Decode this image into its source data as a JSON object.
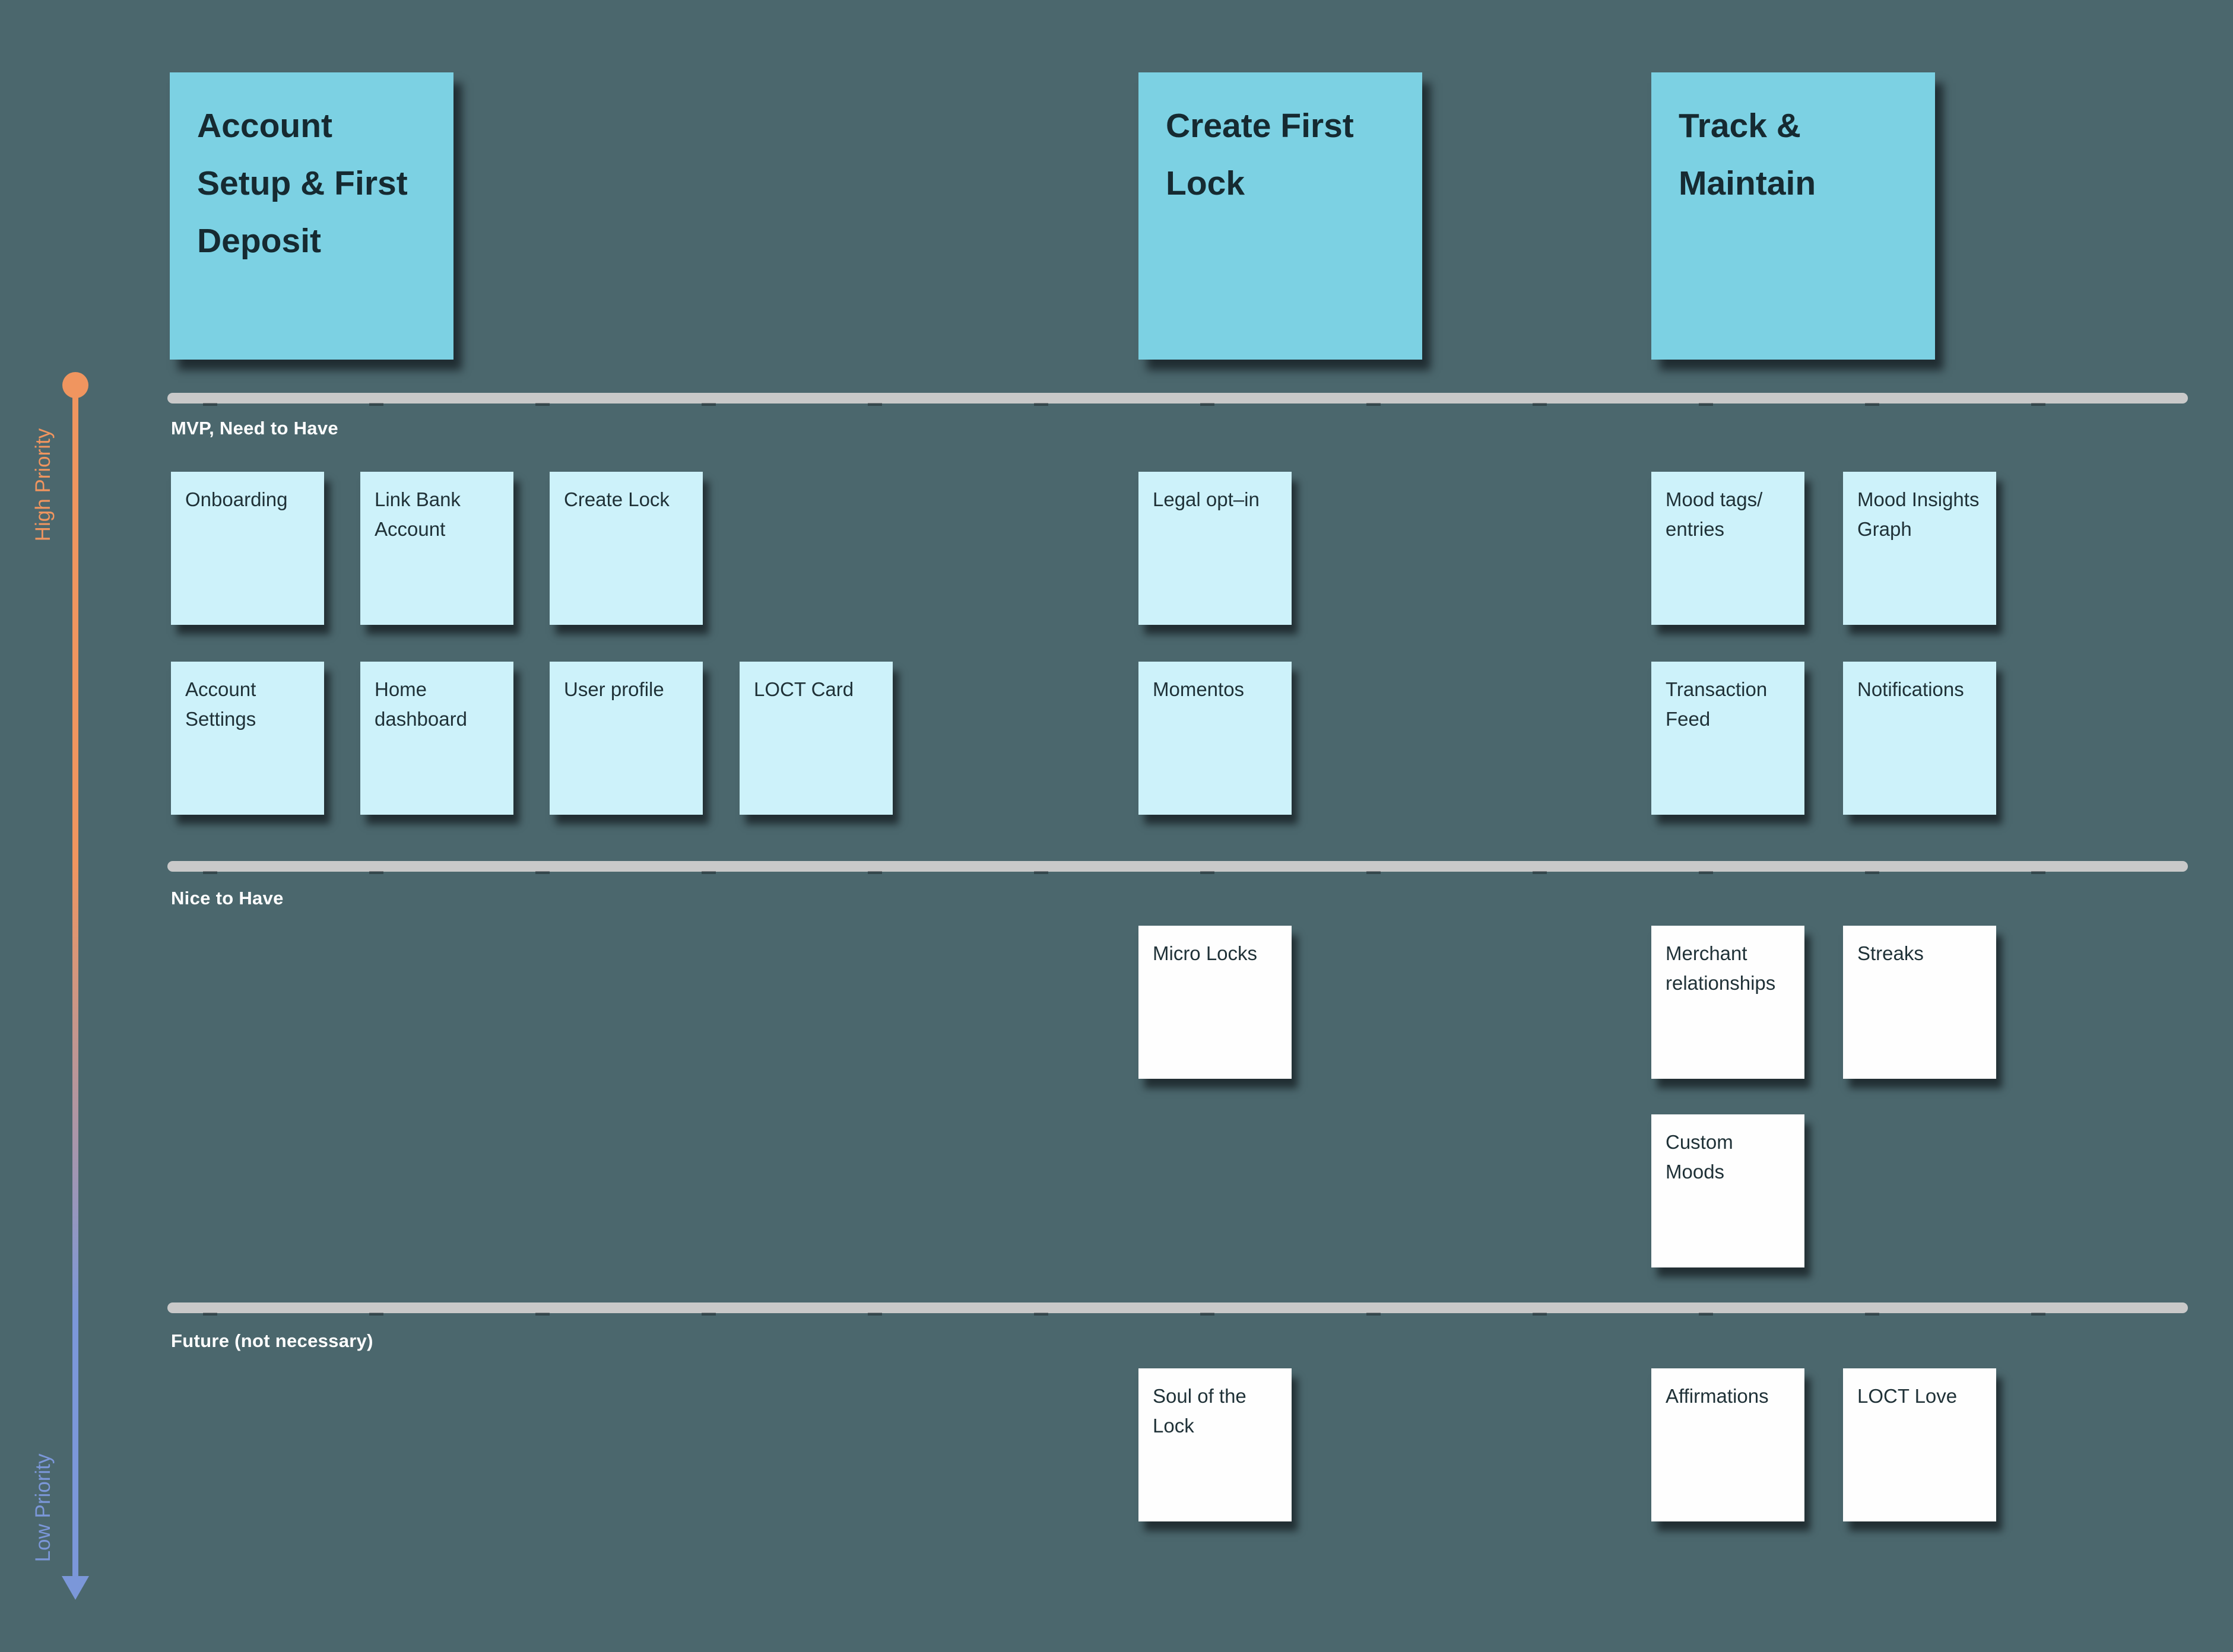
{
  "board": {
    "colors": {
      "background": "#4B676D",
      "header_sticky": "#7CD1E3",
      "mvp_sticky": "#CDF2FA",
      "plain_sticky": "#FFFFFF",
      "sticky_text": "#1F3137",
      "divider": "#C9C9C9",
      "band_label_text": "#FFFFFF",
      "high_priority_accent": "#F0955F",
      "low_priority_accent": "#7B97D9"
    },
    "axis": {
      "high_label": "High Priority",
      "low_label": "Low Priority"
    },
    "headers": [
      {
        "label": "Account Setup & First Deposit"
      },
      {
        "label": "Create First Lock"
      },
      {
        "label": "Track & Maintain"
      }
    ],
    "bands": [
      {
        "label": "MVP, Need to Have"
      },
      {
        "label": "Nice to Have"
      },
      {
        "label": "Future (not necessary)"
      }
    ],
    "stickies": [
      {
        "label": "Onboarding"
      },
      {
        "label": "Link Bank Account"
      },
      {
        "label": "Create Lock"
      },
      {
        "label": "Legal opt–in"
      },
      {
        "label": "Mood tags/ entries"
      },
      {
        "label": "Mood Insights Graph"
      },
      {
        "label": "Account Settings"
      },
      {
        "label": "Home dashboard"
      },
      {
        "label": "User profile"
      },
      {
        "label": "LOCT Card"
      },
      {
        "label": "Momentos"
      },
      {
        "label": "Transaction Feed"
      },
      {
        "label": "Notifications"
      },
      {
        "label": "Micro Locks"
      },
      {
        "label": "Merchant relationships"
      },
      {
        "label": "Streaks"
      },
      {
        "label": "Custom Moods"
      },
      {
        "label": "Soul of the Lock"
      },
      {
        "label": "Affirmations"
      },
      {
        "label": "LOCT Love"
      }
    ]
  }
}
